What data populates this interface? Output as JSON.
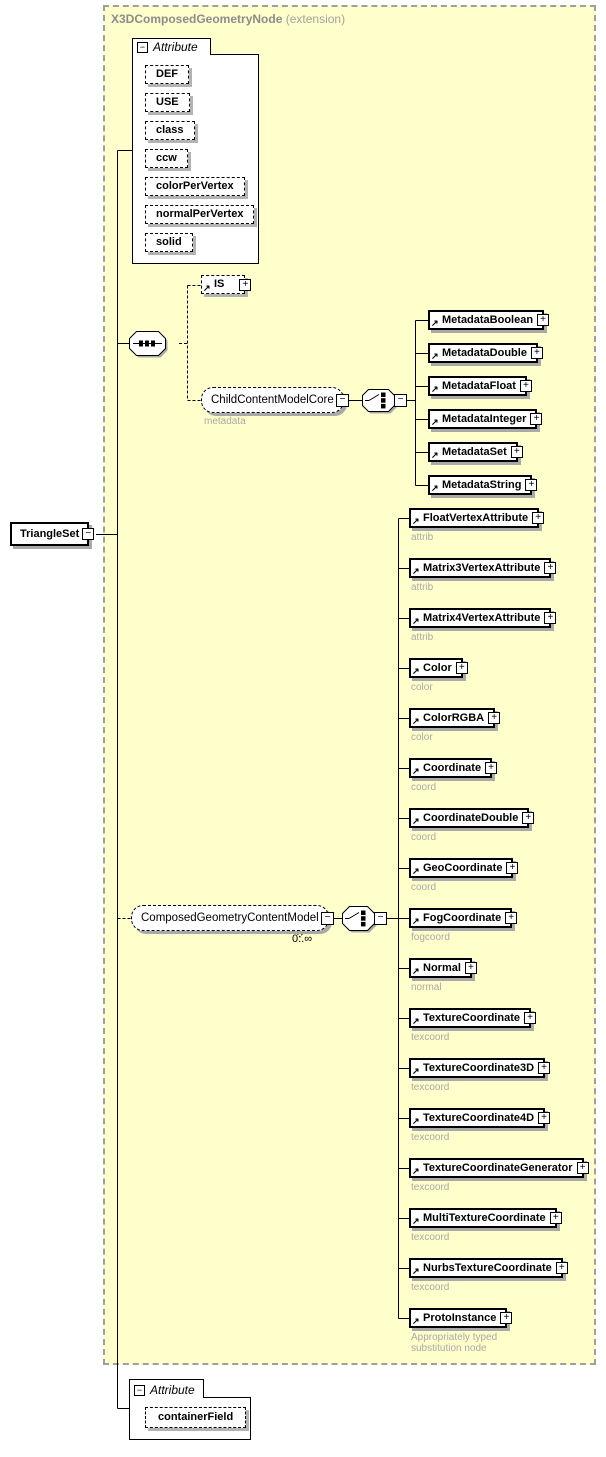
{
  "header": {
    "name": "X3DComposedGeometryNode",
    "qualifier": "(extension)"
  },
  "root_element": {
    "label": "TriangleSet"
  },
  "icons": {
    "expand": "+",
    "collapse": "−",
    "reference": "↗"
  },
  "attribute_group_top": {
    "header": "Attribute",
    "attributes": [
      "DEF",
      "USE",
      "class",
      "ccw",
      "colorPerVertex",
      "normalPerVertex",
      "solid"
    ]
  },
  "is_ref": {
    "label": "IS"
  },
  "child_content_model_core": {
    "label": "ChildContentModelCore",
    "annotation": "metadata"
  },
  "metadata_elements": [
    {
      "label": "MetadataBoolean"
    },
    {
      "label": "MetadataDouble"
    },
    {
      "label": "MetadataFloat"
    },
    {
      "label": "MetadataInteger"
    },
    {
      "label": "MetadataSet"
    },
    {
      "label": "MetadataString"
    }
  ],
  "composed_geometry_content_model": {
    "label": "ComposedGeometryContentModel",
    "occurrence": "0..∞"
  },
  "geometry_elements": [
    {
      "label": "FloatVertexAttribute",
      "annotation": "attrib"
    },
    {
      "label": "Matrix3VertexAttribute",
      "annotation": "attrib"
    },
    {
      "label": "Matrix4VertexAttribute",
      "annotation": "attrib"
    },
    {
      "label": "Color",
      "annotation": "color"
    },
    {
      "label": "ColorRGBA",
      "annotation": "color"
    },
    {
      "label": "Coordinate",
      "annotation": "coord"
    },
    {
      "label": "CoordinateDouble",
      "annotation": "coord"
    },
    {
      "label": "GeoCoordinate",
      "annotation": "coord"
    },
    {
      "label": "FogCoordinate",
      "annotation": "fogcoord"
    },
    {
      "label": "Normal",
      "annotation": "normal"
    },
    {
      "label": "TextureCoordinate",
      "annotation": "texcoord"
    },
    {
      "label": "TextureCoordinate3D",
      "annotation": "texcoord"
    },
    {
      "label": "TextureCoordinate4D",
      "annotation": "texcoord"
    },
    {
      "label": "TextureCoordinateGenerator",
      "annotation": "texcoord"
    },
    {
      "label": "MultiTextureCoordinate",
      "annotation": "texcoord"
    },
    {
      "label": "NurbsTextureCoordinate",
      "annotation": "texcoord"
    },
    {
      "label": "ProtoInstance",
      "annotation": "Appropriately typed\nsubstitution node"
    }
  ],
  "attribute_group_bottom": {
    "header": "Attribute",
    "attributes": [
      "containerField"
    ]
  },
  "colors": {
    "panel_fill": "#ffffcb",
    "panel_border": "#9f9f9f",
    "box_shadow": "#a9a9a9",
    "muted_text": "#a9a9a9",
    "header_text": "#8c8c8c"
  }
}
